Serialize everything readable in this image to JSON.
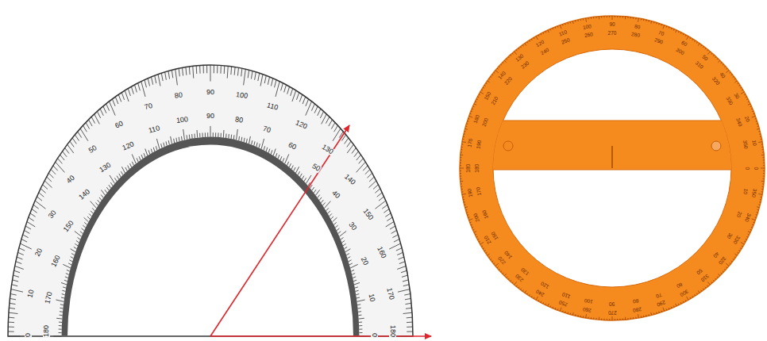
{
  "diagram": {
    "labels": [
      "0",
      "10",
      "20",
      "30",
      "40",
      "50",
      "60",
      "70",
      "80",
      "90",
      "100",
      "110",
      "120",
      "130",
      "140",
      "150",
      "160",
      "170",
      "180",
      "180",
      "170",
      "160",
      "150",
      "140",
      "130",
      "120",
      "110",
      "100",
      "90",
      "80",
      "70",
      "60",
      "50",
      "40",
      "30",
      "20",
      "10",
      "0",
      "0",
      "10",
      "20",
      "30",
      "40",
      "50",
      "60",
      "70",
      "80",
      "90",
      "100",
      "110",
      "120",
      "130",
      "140",
      "150",
      "160",
      "170",
      "180",
      "190",
      "200",
      "210",
      "220",
      "230",
      "240",
      "250",
      "260",
      "270",
      "280",
      "290",
      "300",
      "310",
      "320",
      "330",
      "340",
      "350",
      "0",
      "350",
      "340",
      "330",
      "320",
      "310",
      "300",
      "290",
      "280",
      "270",
      "260",
      "250",
      "240",
      "230",
      "220",
      "210",
      "200",
      "190",
      "180",
      "170",
      "160",
      "150",
      "140",
      "130",
      "120",
      "110",
      "100",
      "90",
      "80",
      "70",
      "60",
      "50",
      "40",
      "30",
      "20",
      "10"
    ]
  }
}
